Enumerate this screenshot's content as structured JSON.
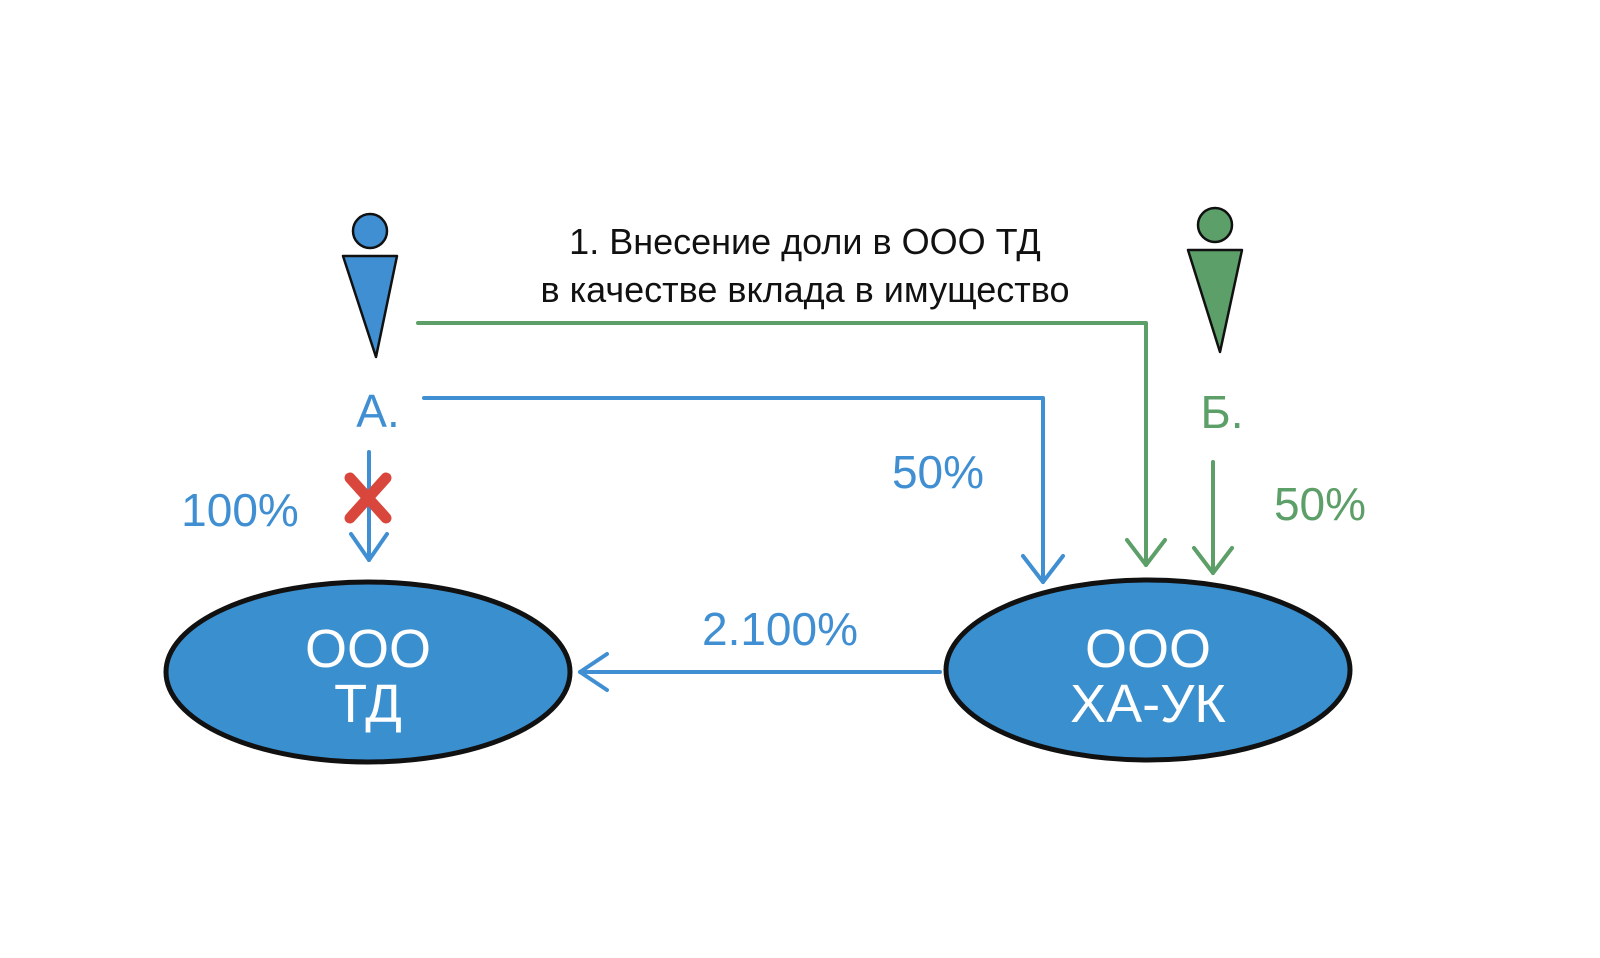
{
  "caption": {
    "line1": "1. Внесение доли в ООО ТД",
    "line2": "в качестве вклада в имущество"
  },
  "persons": {
    "a": {
      "label": "А.",
      "color": "#3f8fd2",
      "icon": "person-icon"
    },
    "b": {
      "label": "Б.",
      "color": "#5c9f68",
      "icon": "person-icon"
    }
  },
  "companies": {
    "td": {
      "line1": "ООО",
      "line2": "ТД",
      "color": "#3a8fcf"
    },
    "xa_uk": {
      "line1": "ООО",
      "line2": "ХА-УК",
      "color": "#3a8fcf"
    }
  },
  "edges": {
    "a_to_td": {
      "label": "100%",
      "cancelled": true,
      "cancel_mark": "cross-icon",
      "cancel_color": "#d9473c"
    },
    "a_to_xauk": {
      "label": "50%"
    },
    "b_to_xauk": {
      "label": "50%"
    },
    "xauk_to_td": {
      "label": "2.100%"
    }
  }
}
